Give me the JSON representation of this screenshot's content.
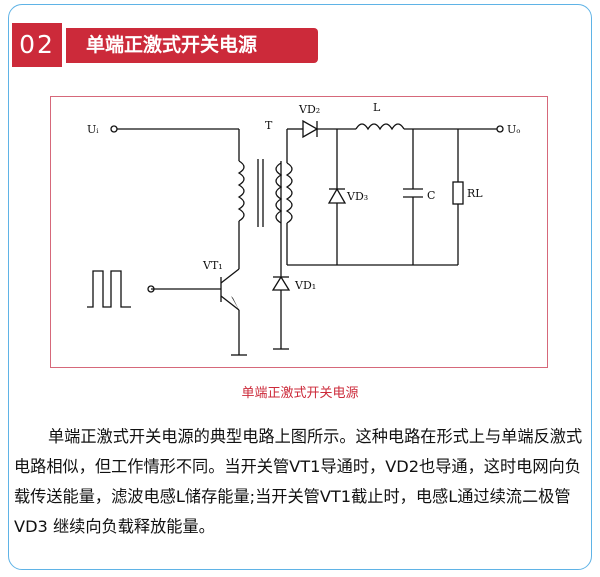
{
  "section": {
    "number": "02",
    "title": "单端正激式开关电源"
  },
  "diagram": {
    "labels": {
      "input": "Uᵢ",
      "output": "Uₒ",
      "transformer": "T",
      "inductor": "L",
      "capacitor": "C",
      "load": "RL",
      "vd2": "VD₂",
      "vd3": "VD₃",
      "vd1": "VD₁",
      "vt1": "VT₁"
    }
  },
  "caption": "单端正激式开关电源",
  "body_text": "单端正激式开关电源的典型电路上图所示。这种电路在形式上与单端反激式电路相似，但工作情形不同。当开关管VT1导通时，VD2也导通，这时电网向负载传送能量，滤波电感L储存能量;当开关管VT1截止时，电感L通过续流二极管VD3 继续向负载释放能量。"
}
